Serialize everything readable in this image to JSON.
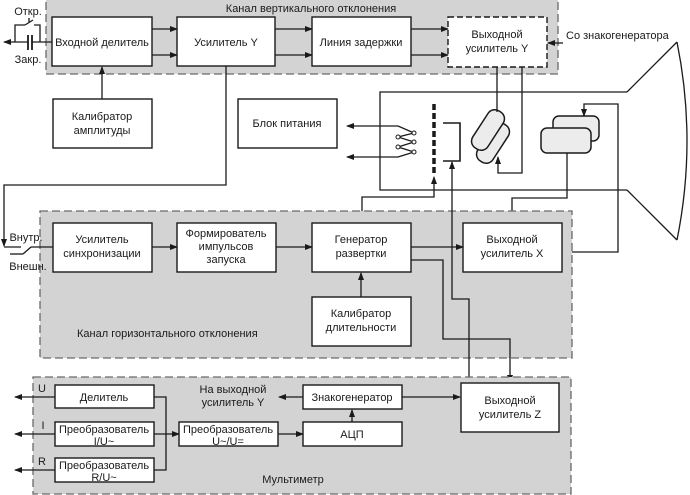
{
  "input": {
    "open_label": "Откр.",
    "closed_label": "Закр."
  },
  "vertical_channel": {
    "title": "Канал вертикального отклонения",
    "input_divider": [
      "Входной делитель"
    ],
    "amplifier_y": [
      "Усилитель Y"
    ],
    "delay_line": [
      "Линия задержки"
    ],
    "output_amp_y": [
      "Выходной",
      "усилитель Y"
    ],
    "from_char_gen": "Со знакогенератора"
  },
  "amplitude_calibrator": [
    "Калибратор",
    "амплитуды"
  ],
  "power_supply": [
    "Блок питания"
  ],
  "sync_switch": {
    "internal": "Внутр.",
    "external": "Внешн."
  },
  "horizontal_channel": {
    "title": "Канал горизонтального отклонения",
    "sync_amp": [
      "Усилитель",
      "синхронизации"
    ],
    "trigger_shaper": [
      "Формирователь",
      "импульсов",
      "запуска"
    ],
    "sweep_gen": [
      "Генератор",
      "развертки"
    ],
    "output_amp_x": [
      "Выходной",
      "усилитель X"
    ],
    "duration_calibrator": [
      "Калибратор",
      "длительности"
    ]
  },
  "output_amp_z": [
    "Выходной",
    "усилитель Z"
  ],
  "multimeter": {
    "title": "Мультиметр",
    "inputs": [
      "U",
      "I",
      "R"
    ],
    "divider": [
      "Делитель"
    ],
    "iu_converter": [
      "Преобразователь",
      "I/U~"
    ],
    "ru_converter": [
      "Преобразователь",
      "R/U~"
    ],
    "ac_dc_converter": [
      "Преобразователь",
      "U~/U="
    ],
    "adc": [
      "АЦП"
    ],
    "char_gen": [
      "Знакогенератор"
    ],
    "to_output_amp_y": [
      "На выходной",
      "усилитель Y"
    ]
  }
}
